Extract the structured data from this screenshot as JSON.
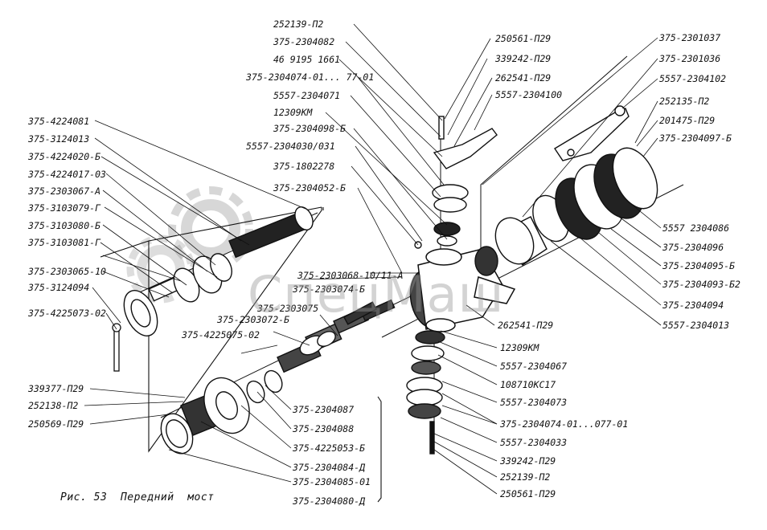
{
  "labels": {
    "left": [
      "375-4224081",
      "375-3124013",
      "375-4224020-Б",
      "375-4224017-03",
      "375-2303067-А",
      "375-3103079-Г",
      "375-3103080-Б",
      "375-3103081-Г",
      "375-2303065-10",
      "375-3124094",
      "375-4225073-02"
    ],
    "bottom_left": [
      "339377-П29",
      "252138-П2",
      "250569-П29"
    ],
    "top_center": [
      "252139-П2",
      "375-2304082",
      "46 9195 1661",
      "375-2304074-01... 77-01",
      "5557-2304071",
      "12309КМ",
      "375-2304098-Б",
      "5557-2304030/031",
      "375-1802278",
      "375-2304052-Б"
    ],
    "top_right_small": [
      "250561-П29",
      "339242-П29",
      "262541-П29",
      "5557-2304100"
    ],
    "top_right": [
      "375-2301037",
      "375-2301036",
      "5557-2304102",
      "252135-П2",
      "201475-П29",
      "375-2304097-Б"
    ],
    "right": [
      "5557 2304086",
      "375-2304096",
      "375-2304095-Б",
      "375-2304093-Б2",
      "375-2304094",
      "5557-2304013"
    ],
    "middle": [
      "375-2303068-10/11-А",
      "375-2303074-Б",
      "375-2303075",
      "375-2303072-Б",
      "375-4225075-02",
      "262541-П29"
    ],
    "bottom_center": [
      "375-2304087",
      "375-2304088",
      "375-4225053-Б",
      "375-2304084-Д",
      "375-2304085-01",
      "375-2304080-Д"
    ],
    "bottom_right": [
      "12309КМ",
      "5557-2304067",
      "108710КС17",
      "5557-2304073",
      "375-2304074-01...077-01",
      "5557-2304033",
      "339242-П29",
      "252139-П2",
      "250561-П29"
    ]
  },
  "caption": "Рис. 53  Передний  мост",
  "watermark": "СпецМаш",
  "colors": {
    "ink": "#111111",
    "watermark": "#a0a0a0"
  }
}
